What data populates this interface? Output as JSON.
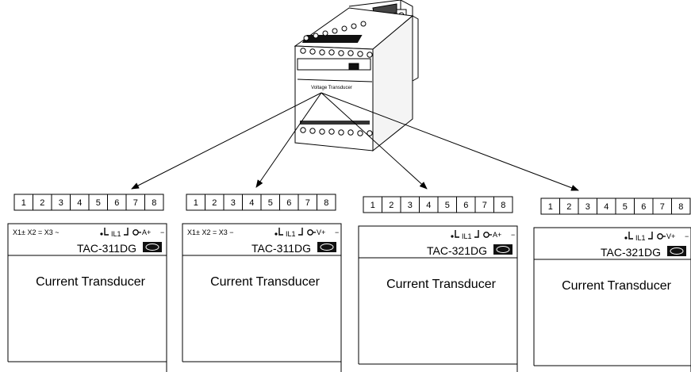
{
  "device": {
    "label": "Voltage Transducer"
  },
  "terminal_numbers": [
    "1",
    "2",
    "3",
    "4",
    "5",
    "6",
    "7",
    "8"
  ],
  "panels": [
    {
      "input_label": "X1± X2 = X3 ~",
      "current_label": "IL1",
      "output_label": "A+",
      "minus_label": "−",
      "model": "TAC-311DG",
      "title": "Current Transducer"
    },
    {
      "input_label": "X1± X2 = X3 −",
      "current_label": "IL1",
      "output_label": "V+",
      "minus_label": "−",
      "model": "TAC-311DG",
      "title": "Current Transducer"
    },
    {
      "input_label": "",
      "current_label": "IL1",
      "output_label": "A+",
      "minus_label": "−",
      "model": "TAC-321DG",
      "title": "Current Transducer"
    },
    {
      "input_label": "",
      "current_label": "IL1",
      "output_label": "V+",
      "minus_label": "−",
      "model": "TAC-321DG",
      "title": "Current Transducer"
    }
  ]
}
